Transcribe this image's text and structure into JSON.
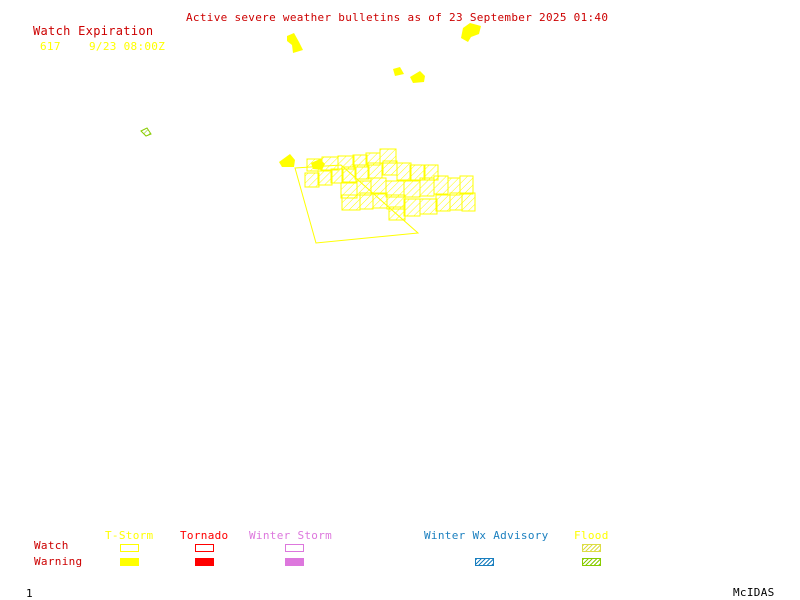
{
  "header": {
    "title": "Active severe weather bulletins as of 23 September 2025 01:40",
    "watch_expiration_label": "Watch Expiration",
    "watch_number": "617",
    "watch_expiration_time": "9/23 08:00Z"
  },
  "legend": {
    "row_watch": "Watch",
    "row_warning": "Warning",
    "categories": {
      "tstorm": "T-Storm",
      "tornado": "Tornado",
      "winter_storm": "Winter Storm",
      "winter_wx_advisory": "Winter Wx Advisory",
      "flood": "Flood"
    }
  },
  "colors": {
    "header_red": "#cc0000",
    "tstorm": "#ffff00",
    "tornado": "#ff0000",
    "winter_storm": "#dd77dd",
    "winter_wx_advisory": "#1a7fbf",
    "flood": "#88cc00",
    "flood_hatch": "#dddd44"
  },
  "footer": {
    "frame_number": "1",
    "brand": "McIDAS"
  }
}
